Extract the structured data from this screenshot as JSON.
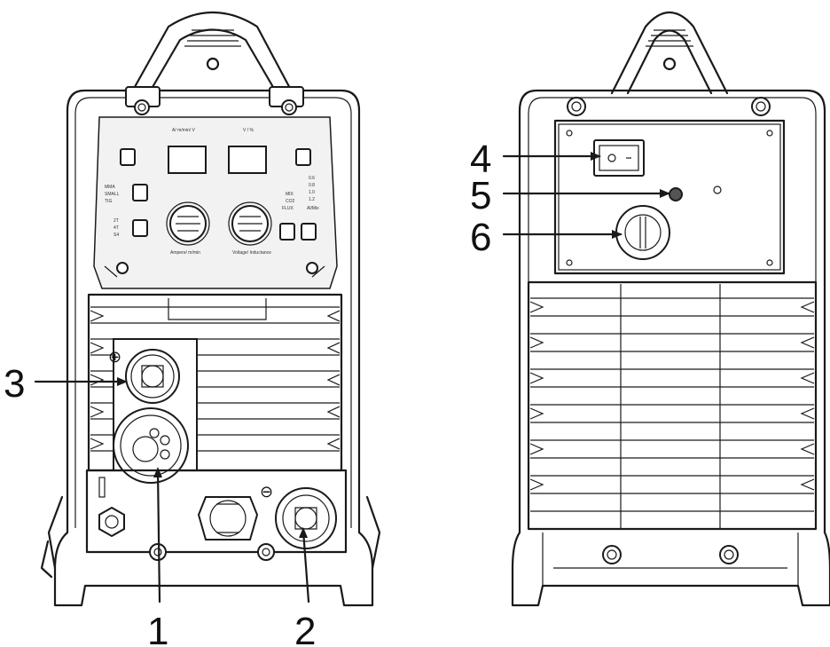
{
  "callouts": [
    {
      "id": "1",
      "text": "1"
    },
    {
      "id": "2",
      "text": "2"
    },
    {
      "id": "3",
      "text": "3"
    },
    {
      "id": "4",
      "text": "4"
    },
    {
      "id": "5",
      "text": "5"
    },
    {
      "id": "6",
      "text": "6"
    }
  ],
  "polarity": {
    "positive": "⊕",
    "negative": "⊖"
  },
  "panel_text": {
    "title_left": "A/ m/min/ V",
    "title_right": "V / %",
    "mode_labels": [
      "MMA",
      "SMALL",
      "TIG"
    ],
    "trigger_labels": [
      "2T",
      "4T",
      "S4"
    ],
    "wire_labels": [
      "0.6",
      "0.8",
      "1.0",
      "1.2",
      "MIX",
      "CO2",
      "FLUX",
      "Al/Mix"
    ],
    "knob_left": "Ampere/ m/min",
    "knob_right": "Voltage/ Inductance"
  },
  "colors": {
    "line": "#1a1a1a",
    "panel": "#f2f2f2",
    "background": "#ffffff"
  }
}
